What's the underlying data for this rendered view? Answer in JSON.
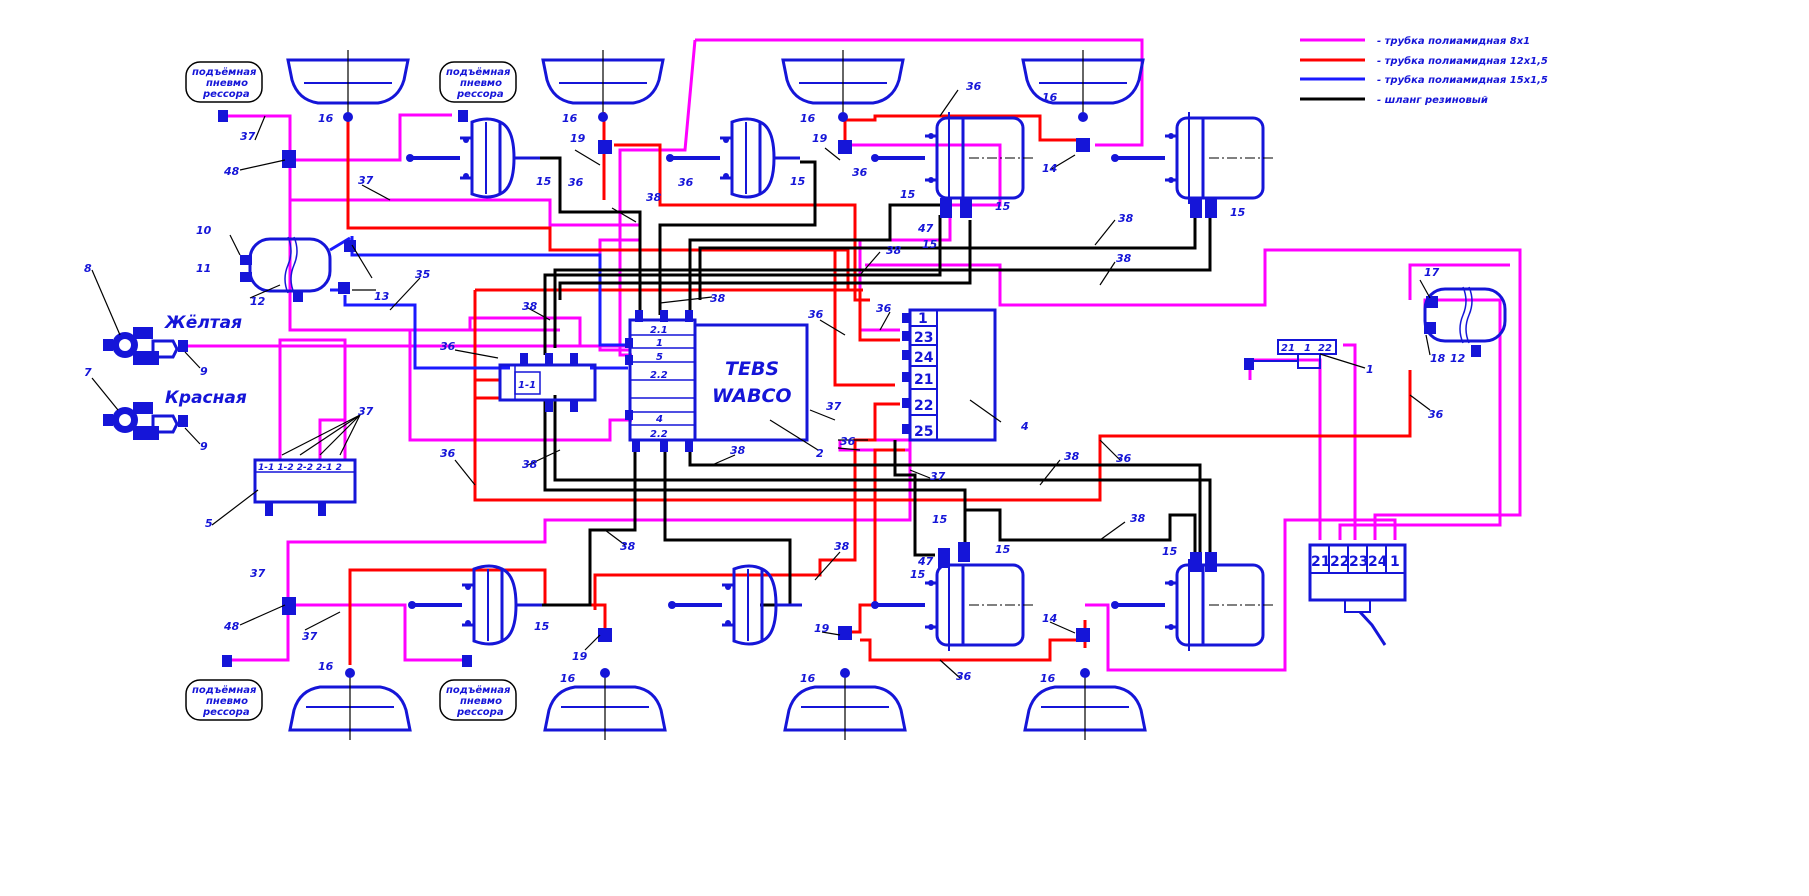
{
  "legend": [
    {
      "color": "#ff00ff",
      "label": "- трубка полиамидная 8х1"
    },
    {
      "color": "#ff0000",
      "label": "- трубка полиамидная 12х1,5"
    },
    {
      "color": "#1a1aff",
      "label": "- трубка полиамидная 15х1,5"
    },
    {
      "color": "#000000",
      "label": "- шланг резиновый"
    }
  ],
  "colors": {
    "pink": "#ff00ff",
    "red": "#ff0000",
    "blue": "#1a1aff",
    "black": "#000000",
    "component": "#1515d8"
  },
  "couplings": {
    "yellow": "Жёлтая",
    "red": "Красная"
  },
  "ebs_module": {
    "line1": "TEBS",
    "line2": "WABCO",
    "ports": [
      "2.1",
      "1",
      "5",
      "2.2",
      "4",
      "2.2"
    ]
  },
  "lift_bag": {
    "line1": "подъёмная",
    "line2": "пневмо",
    "line3": "рессора"
  },
  "block4_ports": [
    "1",
    "23",
    "24",
    "21",
    "22",
    "25"
  ],
  "block5_ports": "1-1 1-2 2-2 2-1 2",
  "valve_ports": {
    "left": "21",
    "mid": "1",
    "right": "22"
  },
  "unit_ports": [
    "21",
    "22",
    "23",
    "24",
    "1"
  ],
  "relay_ports": "1-1",
  "refs": {
    "r1": "1",
    "r2": "2",
    "r4": "4",
    "r5": "5",
    "r7": "7",
    "r8": "8",
    "r9a": "9",
    "r9b": "9",
    "r10": "10",
    "r11": "11",
    "r12a": "12",
    "r12b": "12",
    "r13": "13",
    "r14a": "14",
    "r14b": "14",
    "r15": "15",
    "r16": "16",
    "r17": "17",
    "r18": "18",
    "r19": "19",
    "r35": "35",
    "r36": "36",
    "r37": "37",
    "r38": "38",
    "r47": "47",
    "r48": "48"
  }
}
